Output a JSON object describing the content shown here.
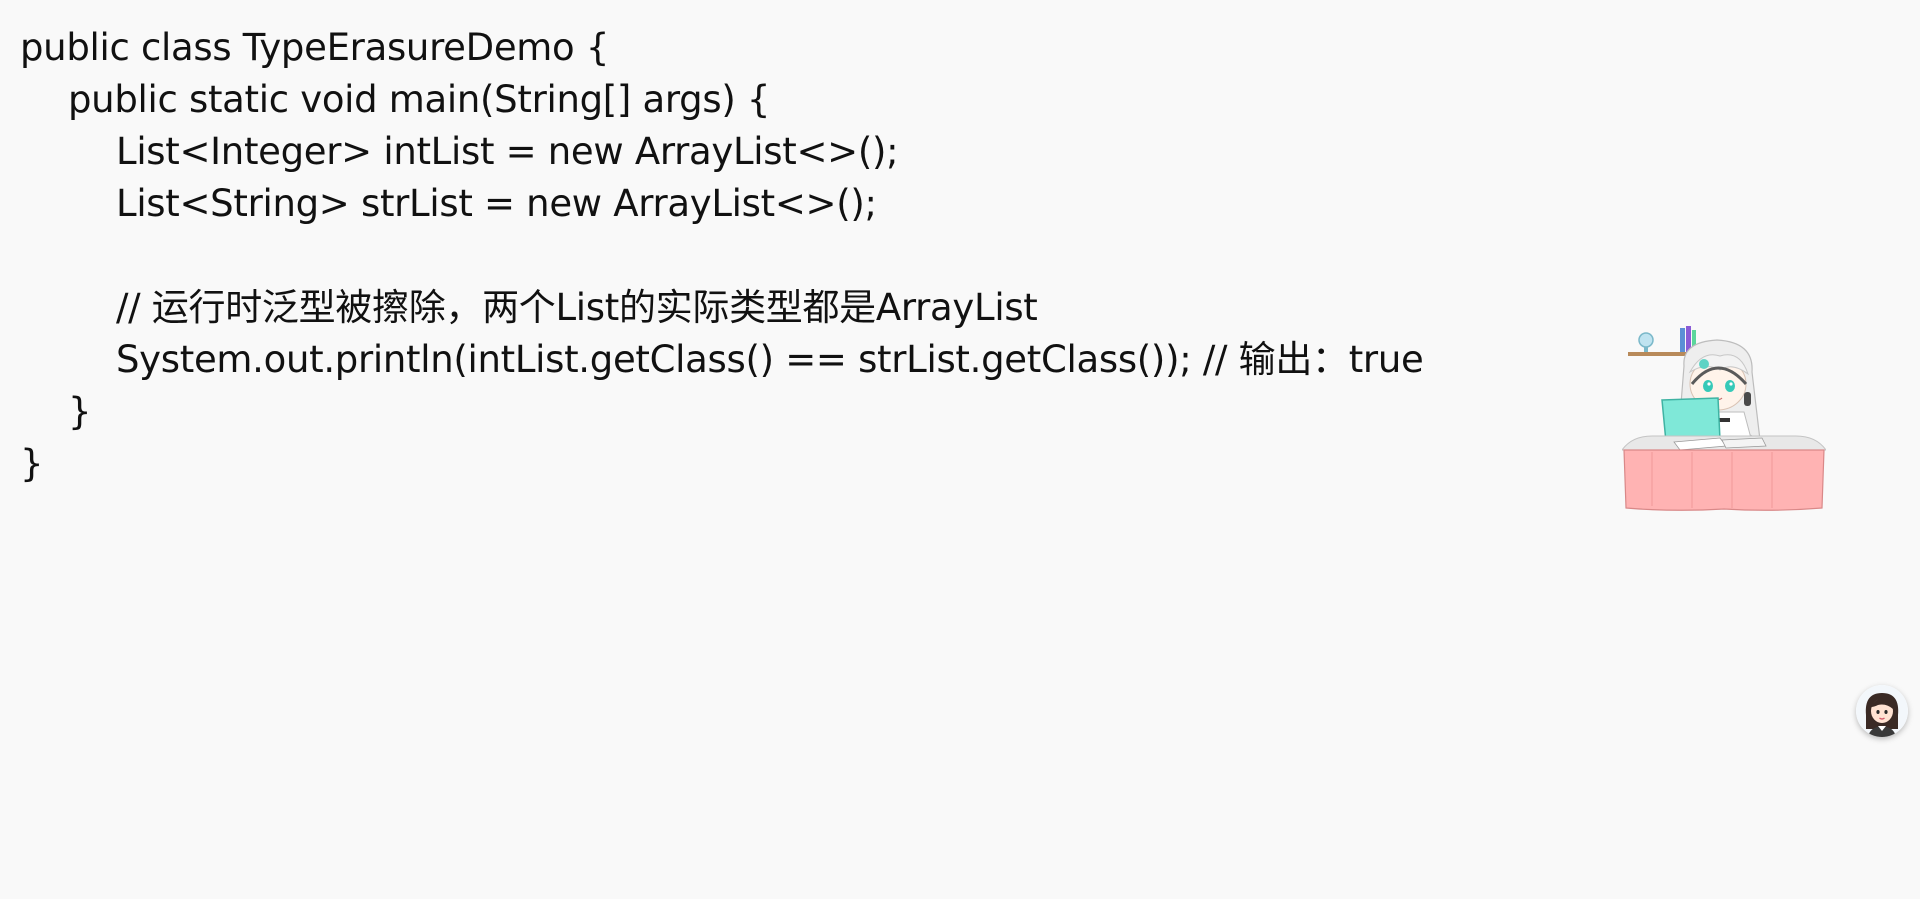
{
  "code": {
    "lines": [
      "public class TypeErasureDemo {",
      "public static void main(String[] args) {",
      "List<Integer> intList = new ArrayList<>();",
      "List<String> strList = new ArrayList<>();",
      "",
      "// 运行时泛型被擦除，两个List的实际类型都是ArrayList",
      "System.out.println(intList.getClass() == strList.getClass()); // 输出：true",
      "}",
      "}"
    ]
  },
  "decorations": {
    "mascot_icon": "mascot-at-desk-icon",
    "avatar_icon": "assistant-avatar-icon"
  },
  "colors": {
    "background": "#f9f9f9",
    "text": "#111111",
    "desk_pink": "#ffb3b3",
    "laptop_teal": "#7fe8d8"
  }
}
